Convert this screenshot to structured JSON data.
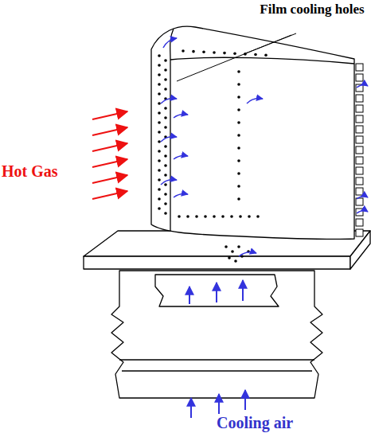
{
  "diagram": {
    "labels": [
      "Film cooling holes",
      "Hot Gas",
      "Cooling air"
    ]
  }
}
